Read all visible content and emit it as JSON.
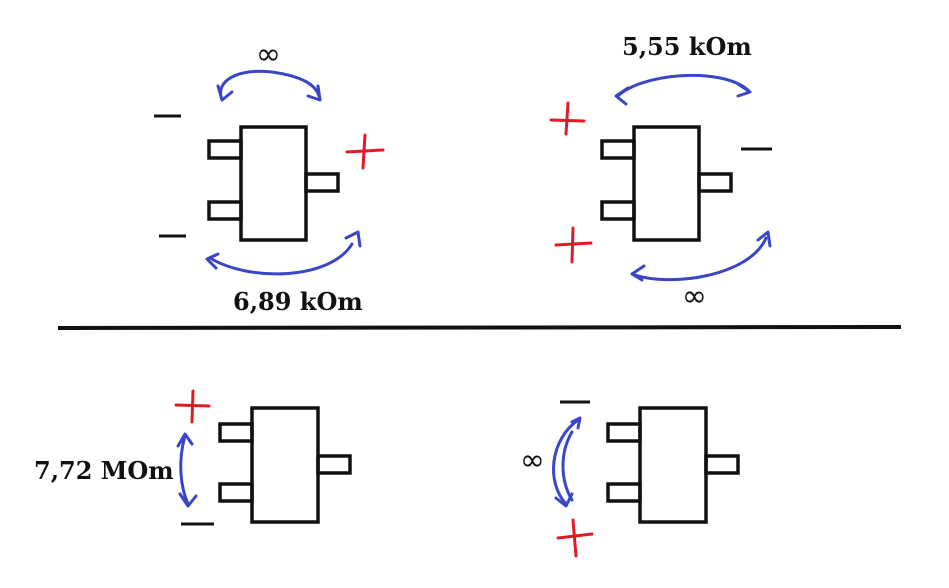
{
  "labels": {
    "q1_bottom": "6,89 kOm",
    "q1_top": "∞",
    "q2_top": "5,55 kOm",
    "q2_bottom": "∞",
    "q3_left": "7,72 MOm",
    "q4_left": "∞"
  },
  "colors": {
    "outline": "#111111",
    "plus": "#e01b24",
    "arrow": "#3a46c8"
  }
}
